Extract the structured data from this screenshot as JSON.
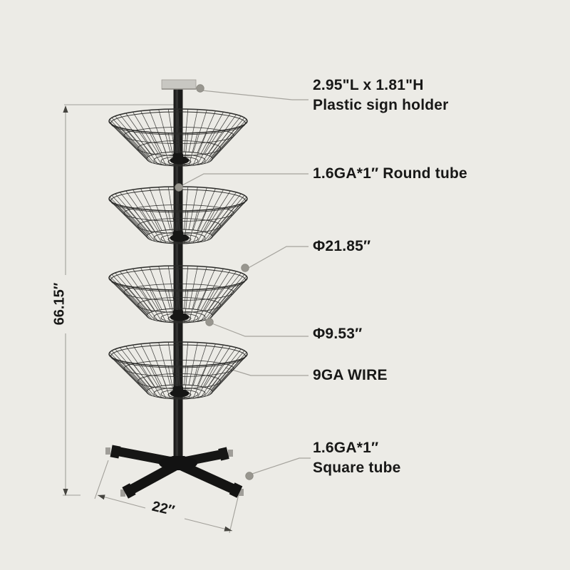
{
  "page": {
    "background": "#ecebe6"
  },
  "dimensions": {
    "height": "66.15″",
    "base_width": "22″"
  },
  "callouts": {
    "sign_holder": {
      "line1": "2.95\"L x 1.81\"H",
      "line2": "Plastic sign holder"
    },
    "round_tube": {
      "line1": "1.6GA*1″ Round tube"
    },
    "basket_diameter": {
      "line1": "Φ21.85″"
    },
    "bottom_diameter": {
      "line1": "Φ9.53″"
    },
    "wire_gauge": {
      "line1": "9GA WIRE"
    },
    "square_tube": {
      "line1": "1.6GA*1″",
      "line2": "Square tube"
    }
  },
  "figure": {
    "type": "4-tier rotating wire basket floor display rack",
    "tiers": 4,
    "colors": {
      "frame": "#161615",
      "wire": "#3b3b39",
      "rim": "#2c2c2a",
      "leader": "#a5a39d",
      "dot": "#98968f",
      "dot_edge": "#8a8880",
      "sign_holder": "#c8c7c2",
      "arrow": "#45443f",
      "text": "#181817"
    }
  }
}
